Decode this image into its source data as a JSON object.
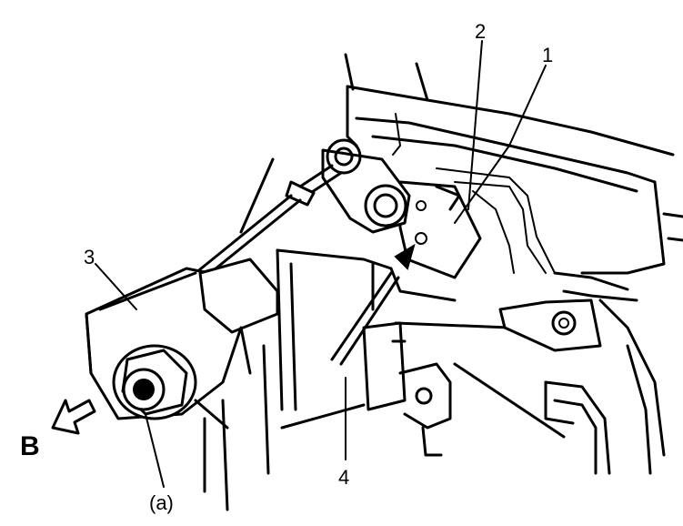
{
  "labels": {
    "l1": "1",
    "l2": "2",
    "l3": "3",
    "l4": "4",
    "la": "(a)",
    "lb": "B"
  }
}
